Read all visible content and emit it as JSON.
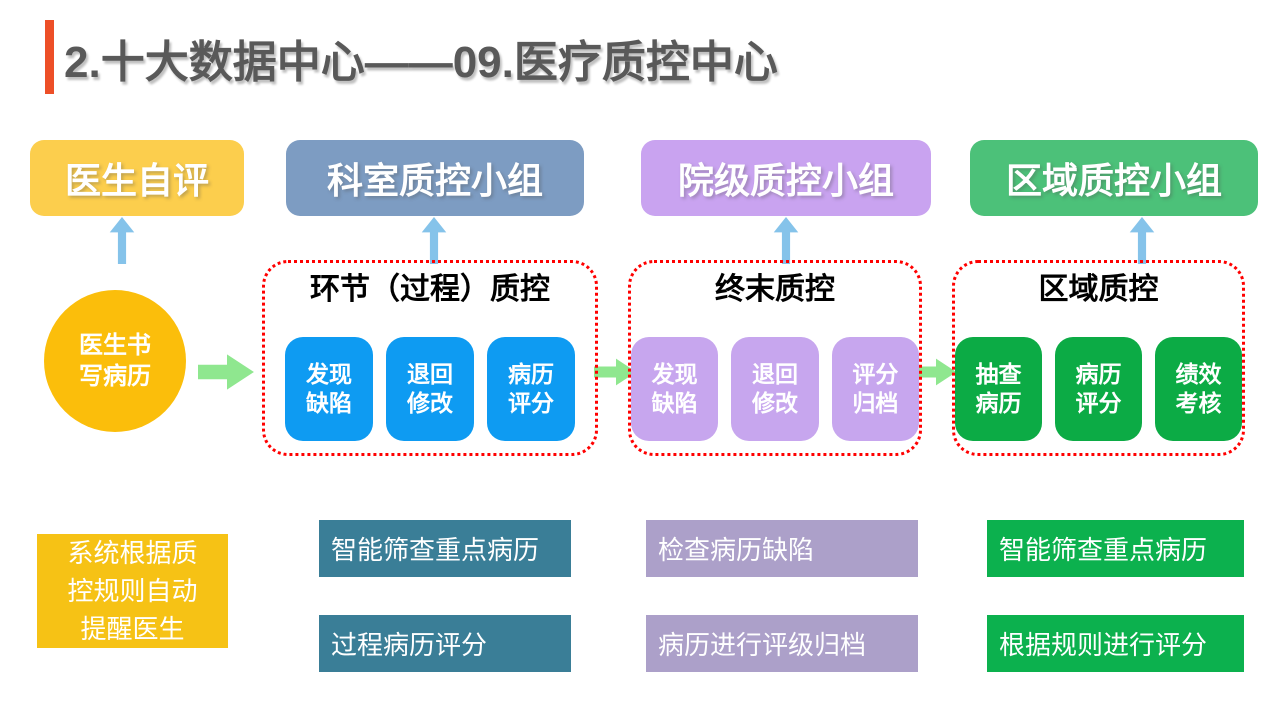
{
  "slide": {
    "title": "2.十大数据中心——09.医疗质控中心"
  },
  "colors": {
    "accent_bar": "#ED4F27",
    "title_text": "#595959",
    "header_yellow": "#FCCE4D",
    "header_slate": "#7D9CC2",
    "header_purple": "#C9A3F0",
    "header_green": "#4CC179",
    "circle_yellow": "#FBBE0B",
    "item_blue": "#0E9BF2",
    "item_purple": "#C7A6EE",
    "item_green": "#0CAB45",
    "note_yellow": "#F6C215",
    "note_teal": "#3A7E97",
    "note_purple": "#ACA0C9",
    "note_green": "#0CB14E",
    "dotted_border": "#FF0000",
    "up_arrow": "#85C3EA",
    "flow_arrow": "#8FE78F"
  },
  "headers": [
    {
      "label": "医生自评"
    },
    {
      "label": "科室质控小组"
    },
    {
      "label": "院级质控小组"
    },
    {
      "label": "区域质控小组"
    }
  ],
  "circle": {
    "text": "医生书\n写病历"
  },
  "stages": [
    {
      "title": "环节（过程）质控",
      "items": [
        "发现\n缺陷",
        "退回\n修改",
        "病历\n评分"
      ]
    },
    {
      "title": "终末质控",
      "items": [
        "发现\n缺陷",
        "退回\n修改",
        "评分\n归档"
      ]
    },
    {
      "title": "区域质控",
      "items": [
        "抽查\n病历",
        "病历\n评分",
        "绩效\n考核"
      ]
    }
  ],
  "doctor_note": {
    "text": "系统根据质\n控规则自动\n提醒医生"
  },
  "note_columns": [
    {
      "items": [
        "智能筛查重点病历",
        "过程病历评分"
      ]
    },
    {
      "items": [
        "检查病历缺陷",
        "病历进行评级归档"
      ]
    },
    {
      "items": [
        "智能筛查重点病历",
        "根据规则进行评分"
      ]
    }
  ]
}
